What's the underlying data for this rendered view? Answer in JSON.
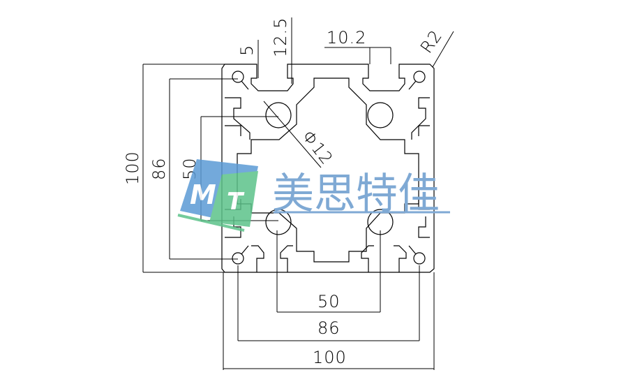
{
  "drawing": {
    "title": "100x100 aluminum profile cross-section",
    "dimensions": {
      "top_slot_depth": "5",
      "top_slot_height": "12.5",
      "slot_width": "10.2",
      "corner_radius": "R2",
      "hole_diameter": "Φ12",
      "left_overall": "100",
      "left_mid": "86",
      "left_inner": "50",
      "bottom_inner": "50",
      "bottom_mid": "86",
      "bottom_overall": "100"
    }
  },
  "watermark": {
    "logo_letters": [
      "M",
      "T"
    ],
    "brand_text": "美思特佳",
    "colors": {
      "blue": "#5b9bd5",
      "green": "#5cc28a",
      "text": "#7fa9d4"
    }
  }
}
